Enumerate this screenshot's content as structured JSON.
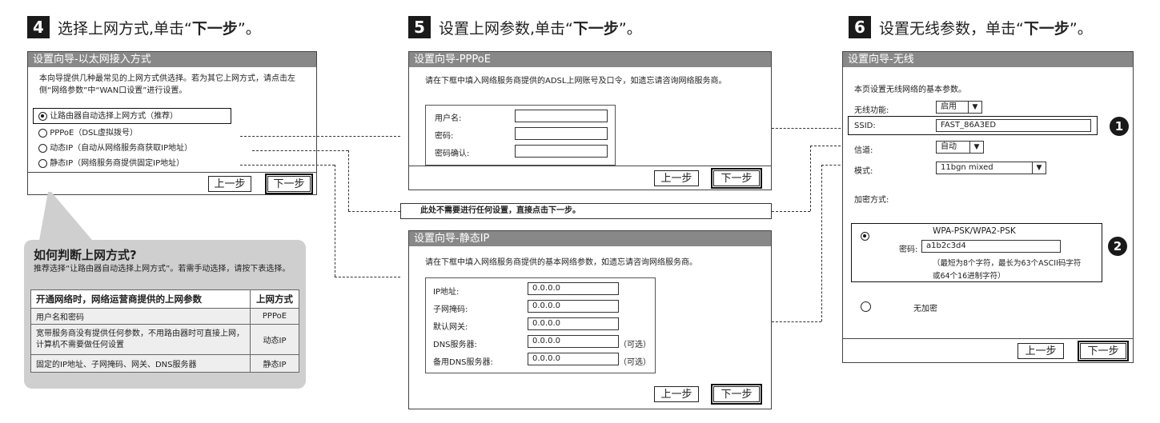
{
  "step4": {
    "num": "4",
    "heading_pre": "选择上网方式,单击“",
    "heading_bold": "下一步",
    "heading_post": "”。",
    "panel_title": "设置向导-以太网接入方式",
    "desc": "本向导提供几种最常见的上网方式供选择。若为其它上网方式，请点击左侧“网络参数”中“WAN口设置”进行设置。",
    "options": [
      "让路由器自动选择上网方式（推荐）",
      "PPPoE（DSL虚拟拨号）",
      "动态IP（自动从网络服务商获取IP地址）",
      "静态IP（网络服务商提供固定IP地址）"
    ],
    "prev": "上一步",
    "next": "下一步"
  },
  "callout": {
    "title": "如何判断上网方式?",
    "desc": "推荐选择“让路由器自动选择上网方式”。若需手动选择，请按下表选择。",
    "headers": [
      "开通网络时，网络运营商提供的上网参数",
      "上网方式"
    ],
    "rows": [
      [
        "用户名和密码",
        "PPPoE"
      ],
      [
        "宽带服务商没有提供任何参数，不用路由器时可直接上网，计算机不需要做任何设置",
        "动态IP"
      ],
      [
        "固定的IP地址、子网掩码、网关、DNS服务器",
        "静态IP"
      ]
    ]
  },
  "step5": {
    "num": "5",
    "heading_pre": "设置上网参数,单击“",
    "heading_bold": "下一步",
    "heading_post": "”。",
    "pppoe_title": "设置向导-PPPoE",
    "pppoe_desc": "请在下框中填入网络服务商提供的ADSL上网账号及口令，如遗忘请咨询网络服务商。",
    "pppoe_fields": [
      "用户名:",
      "密码:",
      "密码确认:"
    ],
    "dynamic_note": "此处不需要进行任何设置，直接点击下一步。",
    "static_title": "设置向导-静态IP",
    "static_desc": "请在下框中填入网络服务商提供的基本网络参数，如遗忘请咨询网络服务商。",
    "static_fields": [
      {
        "label": "IP地址:",
        "value": "0.0.0.0",
        "opt": ""
      },
      {
        "label": "子网掩码:",
        "value": "0.0.0.0",
        "opt": ""
      },
      {
        "label": "默认网关:",
        "value": "0.0.0.0",
        "opt": ""
      },
      {
        "label": "DNS服务器:",
        "value": "0.0.0.0",
        "opt": "（可选）"
      },
      {
        "label": "备用DNS服务器:",
        "value": "0.0.0.0",
        "opt": "（可选）"
      }
    ],
    "prev": "上一步",
    "next": "下一步"
  },
  "step6": {
    "num": "6",
    "heading_pre": "设置无线参数，单击“",
    "heading_bold": "下一步",
    "heading_post": "”。",
    "panel_title": "设置向导-无线",
    "desc": "本页设置无线网络的基本参数。",
    "wireless_label": "无线功能:",
    "wireless_value": "启用",
    "ssid_label": "SSID:",
    "ssid_value": "FAST_86A3ED",
    "channel_label": "信道:",
    "channel_value": "自动",
    "mode_label": "模式:",
    "mode_value": "11bgn mixed",
    "enc_label": "加密方式:",
    "wpa_label": "WPA-PSK/WPA2-PSK",
    "pwd_label": "密码:",
    "pwd_value": "a1b2c3d4",
    "pwd_hint1": "（最短为8个字符，最长为63个ASCII码字符",
    "pwd_hint2": "或64个16进制字符）",
    "none_label": "无加密",
    "badge1": "1",
    "badge2": "2",
    "prev": "上一步",
    "next": "下一步"
  },
  "icons": {
    "radio": "radio-icon",
    "dropdown": "chevron-down-icon"
  }
}
